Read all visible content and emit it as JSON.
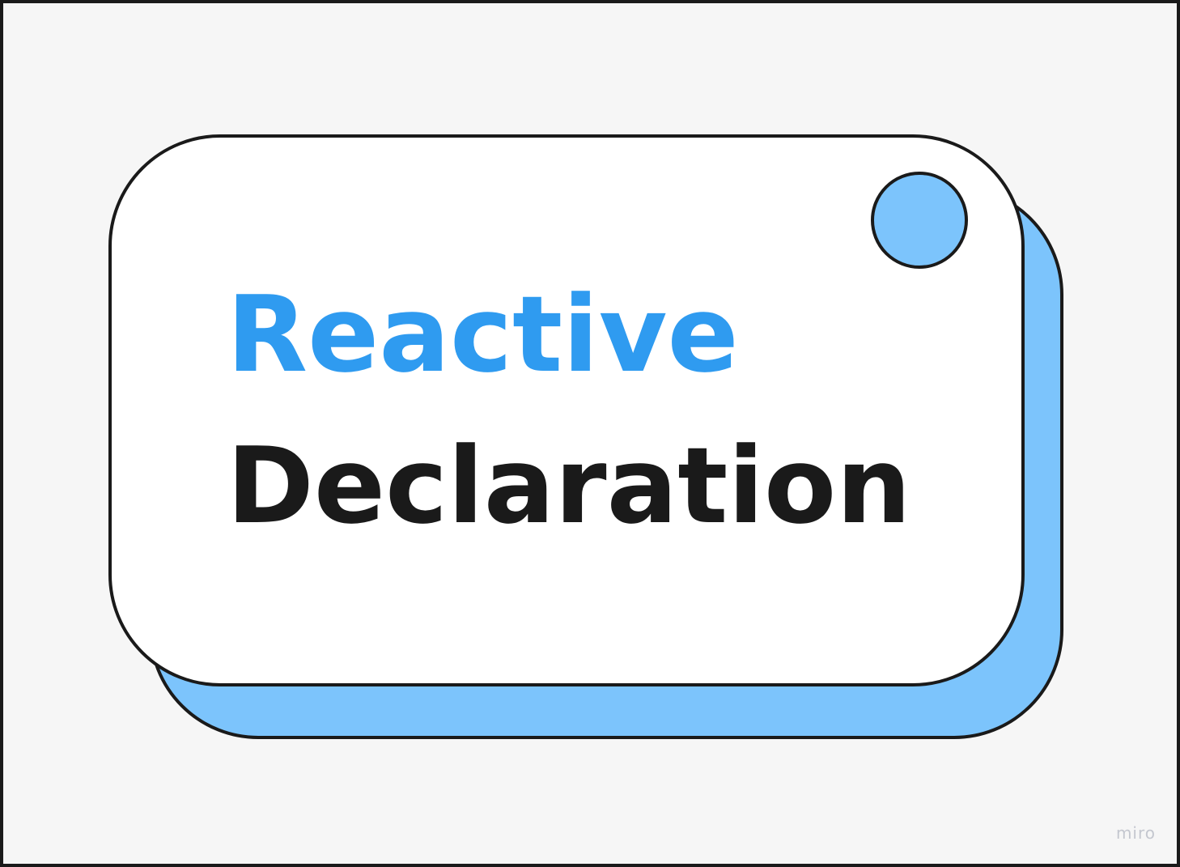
{
  "title": {
    "line1": "Reactive",
    "line2": "Declaration"
  },
  "watermark": "miro",
  "colors": {
    "accent_text": "#2f9bf0",
    "accent_fill": "#7cc4fc",
    "outline": "#1a1a1a",
    "card": "#ffffff",
    "background": "#f6f6f6"
  }
}
